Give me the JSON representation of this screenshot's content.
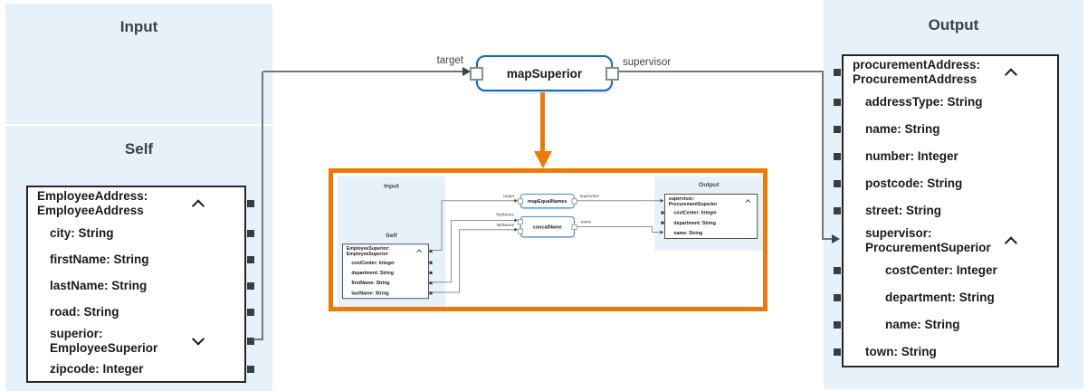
{
  "input_panel": {
    "title": "Input"
  },
  "self_panel": {
    "title": "Self",
    "card": {
      "title_line1": "EmployeeAddress:",
      "title_line2": "EmployeeAddress",
      "fields": [
        {
          "label": "city: String"
        },
        {
          "label": "firstName: String"
        },
        {
          "label": "lastName: String"
        },
        {
          "label": "road: String"
        },
        {
          "label": "superior:",
          "label2": "EmployeeSuperior"
        },
        {
          "label": "zipcode: Integer"
        }
      ]
    }
  },
  "mapping_node": {
    "label": "mapSuperior",
    "input_label": "target",
    "output_label": "supervisor"
  },
  "output_panel": {
    "title": "Output",
    "card": {
      "title_line1": "procurementAddress:",
      "title_line2": "ProcurementAddress",
      "fields": [
        {
          "label": "addressType: String"
        },
        {
          "label": "name: String"
        },
        {
          "label": "number: Integer"
        },
        {
          "label": "postcode: String"
        },
        {
          "label": "street: String"
        },
        {
          "label": "supervisor:",
          "label2": "ProcurementSuperior"
        },
        {
          "label": "costCenter: Integer"
        },
        {
          "label": "department: String"
        },
        {
          "label": "name: String"
        },
        {
          "label": "town: String"
        }
      ]
    }
  },
  "preview": {
    "input_panel": {
      "title": "Input"
    },
    "self_panel": {
      "title": "Self",
      "card": {
        "title_line1": "EmployeeSuperior:",
        "title_line2": "EmployeeSuperior",
        "fields": [
          {
            "label": "costCenter: Integer"
          },
          {
            "label": "department: String"
          },
          {
            "label": "firstName: String"
          },
          {
            "label": "lastName: String"
          }
        ]
      }
    },
    "nodes": [
      {
        "label": "mapEqualNames",
        "input_label": "target",
        "output_label": "supervisor"
      },
      {
        "label": "concatName",
        "input_label1": "firstName",
        "input_label2": "lastName",
        "output_label": "name"
      }
    ],
    "output_panel": {
      "title": "Output",
      "card": {
        "title_line1": "supervisor:",
        "title_line2": "ProcurementSuperior",
        "fields": [
          {
            "label": "costCenter: Integer"
          },
          {
            "label": "department: String"
          },
          {
            "label": "name: String"
          }
        ]
      }
    }
  },
  "colors": {
    "panel_blue": "#e7f1fa",
    "node_border_blue": "#0b6cc9",
    "accent_orange": "#ec7a08",
    "line_gray": "#71767b",
    "connector_dark": "#383d42"
  }
}
